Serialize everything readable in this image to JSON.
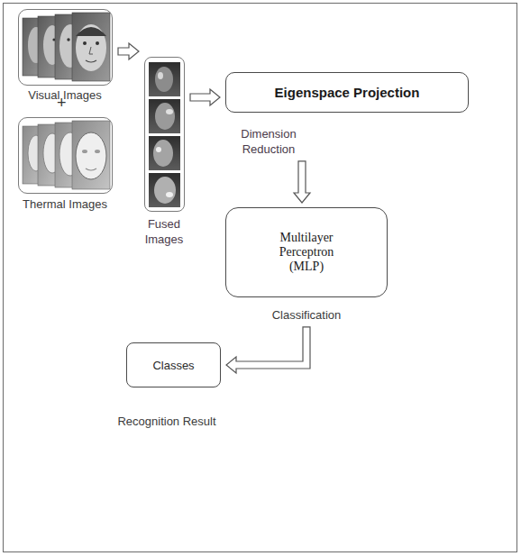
{
  "diagram": {
    "nodes": [
      {
        "text": [
          "Visual Images"
        ]
      },
      {
        "text": [
          "Thermal Images"
        ]
      },
      {
        "text": [
          "Fused Images"
        ]
      },
      {
        "text": [
          "Eigenspace Projection",
          "Dimension Reduction"
        ]
      },
      {
        "text": [
          "Multilayer Perceptron (MLP)",
          "Classification"
        ]
      },
      {
        "text": [
          "Classes",
          "Recognition Result"
        ]
      }
    ],
    "edges": [
      {
        "from": 0,
        "to": 2,
        "arrow": "to"
      },
      {
        "from": 2,
        "to": 3,
        "arrow": "to"
      },
      {
        "from": 3,
        "to": 4,
        "arrow": "to"
      },
      {
        "from": 4,
        "to": 5,
        "arrow": "to"
      }
    ],
    "labels": [
      "+"
    ]
  }
}
